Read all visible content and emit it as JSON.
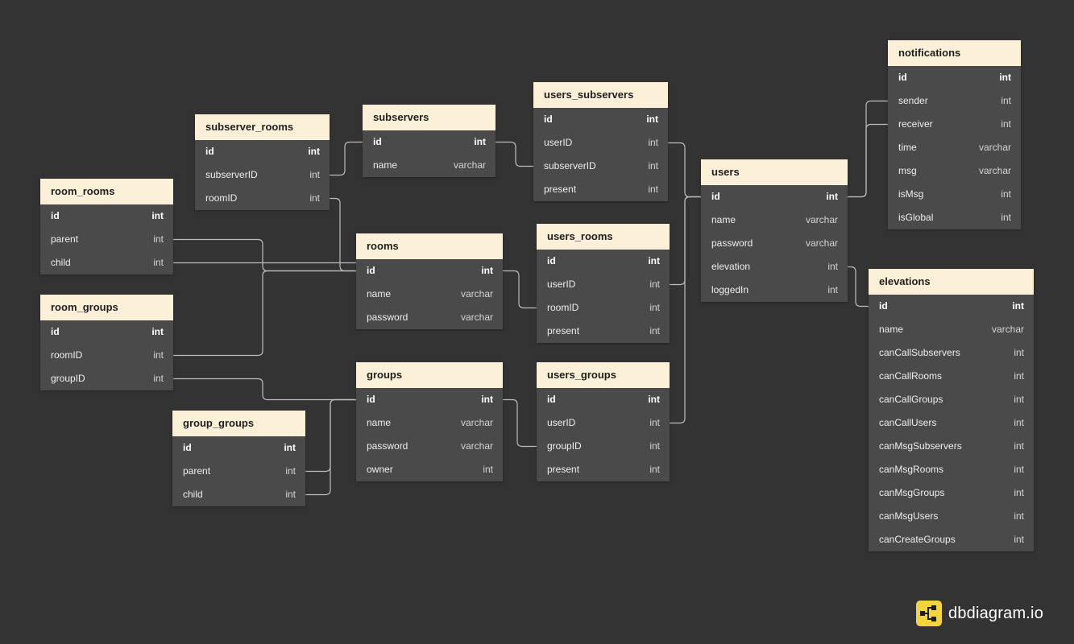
{
  "tables": [
    {
      "key": "notifications",
      "name": "notifications",
      "fields": [
        {
          "name": "id",
          "type": "int",
          "pk": true
        },
        {
          "name": "sender",
          "type": "int"
        },
        {
          "name": "receiver",
          "type": "int"
        },
        {
          "name": "time",
          "type": "varchar"
        },
        {
          "name": "msg",
          "type": "varchar"
        },
        {
          "name": "isMsg",
          "type": "int"
        },
        {
          "name": "isGlobal",
          "type": "int"
        }
      ]
    },
    {
      "key": "users_subservers",
      "name": "users_subservers",
      "fields": [
        {
          "name": "id",
          "type": "int",
          "pk": true
        },
        {
          "name": "userID",
          "type": "int"
        },
        {
          "name": "subserverID",
          "type": "int"
        },
        {
          "name": "present",
          "type": "int"
        }
      ]
    },
    {
      "key": "subservers",
      "name": "subservers",
      "fields": [
        {
          "name": "id",
          "type": "int",
          "pk": true
        },
        {
          "name": "name",
          "type": "varchar"
        }
      ]
    },
    {
      "key": "subserver_rooms",
      "name": "subserver_rooms",
      "fields": [
        {
          "name": "id",
          "type": "int",
          "pk": true
        },
        {
          "name": "subserverID",
          "type": "int"
        },
        {
          "name": "roomID",
          "type": "int"
        }
      ]
    },
    {
      "key": "users",
      "name": "users",
      "fields": [
        {
          "name": "id",
          "type": "int",
          "pk": true
        },
        {
          "name": "name",
          "type": "varchar"
        },
        {
          "name": "password",
          "type": "varchar"
        },
        {
          "name": "elevation",
          "type": "int"
        },
        {
          "name": "loggedIn",
          "type": "int"
        }
      ]
    },
    {
      "key": "room_rooms",
      "name": "room_rooms",
      "fields": [
        {
          "name": "id",
          "type": "int",
          "pk": true
        },
        {
          "name": "parent",
          "type": "int"
        },
        {
          "name": "child",
          "type": "int"
        }
      ]
    },
    {
      "key": "rooms",
      "name": "rooms",
      "fields": [
        {
          "name": "id",
          "type": "int",
          "pk": true
        },
        {
          "name": "name",
          "type": "varchar"
        },
        {
          "name": "password",
          "type": "varchar"
        }
      ]
    },
    {
      "key": "users_rooms",
      "name": "users_rooms",
      "fields": [
        {
          "name": "id",
          "type": "int",
          "pk": true
        },
        {
          "name": "userID",
          "type": "int"
        },
        {
          "name": "roomID",
          "type": "int"
        },
        {
          "name": "present",
          "type": "int"
        }
      ]
    },
    {
      "key": "elevations",
      "name": "elevations",
      "fields": [
        {
          "name": "id",
          "type": "int",
          "pk": true
        },
        {
          "name": "name",
          "type": "varchar"
        },
        {
          "name": "canCallSubservers",
          "type": "int"
        },
        {
          "name": "canCallRooms",
          "type": "int"
        },
        {
          "name": "canCallGroups",
          "type": "int"
        },
        {
          "name": "canCallUsers",
          "type": "int"
        },
        {
          "name": "canMsgSubservers",
          "type": "int"
        },
        {
          "name": "canMsgRooms",
          "type": "int"
        },
        {
          "name": "canMsgGroups",
          "type": "int"
        },
        {
          "name": "canMsgUsers",
          "type": "int"
        },
        {
          "name": "canCreateGroups",
          "type": "int"
        }
      ]
    },
    {
      "key": "room_groups",
      "name": "room_groups",
      "fields": [
        {
          "name": "id",
          "type": "int",
          "pk": true
        },
        {
          "name": "roomID",
          "type": "int"
        },
        {
          "name": "groupID",
          "type": "int"
        }
      ]
    },
    {
      "key": "groups",
      "name": "groups",
      "fields": [
        {
          "name": "id",
          "type": "int",
          "pk": true
        },
        {
          "name": "name",
          "type": "varchar"
        },
        {
          "name": "password",
          "type": "varchar"
        },
        {
          "name": "owner",
          "type": "int"
        }
      ]
    },
    {
      "key": "users_groups",
      "name": "users_groups",
      "fields": [
        {
          "name": "id",
          "type": "int",
          "pk": true
        },
        {
          "name": "userID",
          "type": "int"
        },
        {
          "name": "groupID",
          "type": "int"
        },
        {
          "name": "present",
          "type": "int"
        }
      ]
    },
    {
      "key": "group_groups",
      "name": "group_groups",
      "fields": [
        {
          "name": "id",
          "type": "int",
          "pk": true
        },
        {
          "name": "parent",
          "type": "int"
        },
        {
          "name": "child",
          "type": "int"
        }
      ]
    }
  ],
  "relationships": [
    {
      "from": "notifications.sender",
      "to": "users.id"
    },
    {
      "from": "notifications.receiver",
      "to": "users.id"
    },
    {
      "from": "users_subservers.userID",
      "to": "users.id"
    },
    {
      "from": "users_subservers.subserverID",
      "to": "subservers.id"
    },
    {
      "from": "subserver_rooms.subserverID",
      "to": "subservers.id"
    },
    {
      "from": "subserver_rooms.roomID",
      "to": "rooms.id"
    },
    {
      "from": "room_rooms.parent",
      "to": "rooms.id"
    },
    {
      "from": "room_rooms.child",
      "to": "rooms.id"
    },
    {
      "from": "room_groups.roomID",
      "to": "rooms.id"
    },
    {
      "from": "room_groups.groupID",
      "to": "groups.id"
    },
    {
      "from": "users_rooms.roomID",
      "to": "rooms.id"
    },
    {
      "from": "users_rooms.userID",
      "to": "users.id"
    },
    {
      "from": "users.elevation",
      "to": "elevations.id"
    },
    {
      "from": "users_groups.groupID",
      "to": "groups.id"
    },
    {
      "from": "users_groups.userID",
      "to": "users.id"
    },
    {
      "from": "group_groups.parent",
      "to": "groups.id"
    },
    {
      "from": "group_groups.child",
      "to": "groups.id"
    }
  ],
  "branding": {
    "logo_text": "dbdiagram.io",
    "logo_icon": "dbdiagram-logo-icon"
  },
  "colors": {
    "background": "#333333",
    "table_header": "#fdf0d8",
    "table_body": "#4a4a4a",
    "connector": "#bdbdbd",
    "logo_accent": "#f5d33b"
  }
}
